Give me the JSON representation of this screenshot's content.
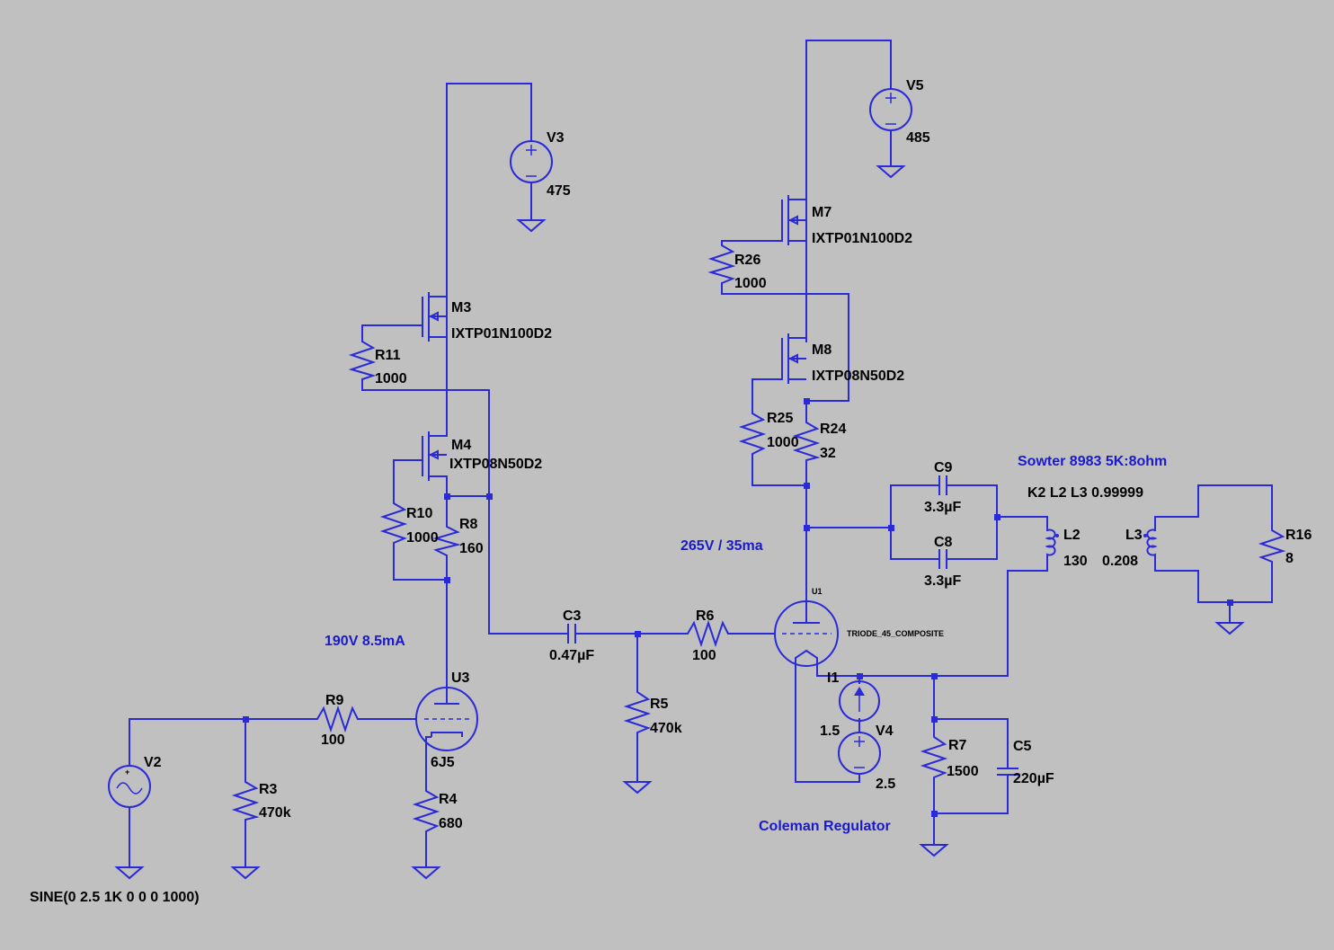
{
  "components": {
    "V2": {
      "name": "V2",
      "value": "SINE(0 2.5 1K 0 0 0 1000)"
    },
    "V3": {
      "name": "V3",
      "value": "475"
    },
    "V4": {
      "name": "V4",
      "value": "2.5"
    },
    "V5": {
      "name": "V5",
      "value": "485"
    },
    "I1": {
      "name": "I1",
      "value": "1.5"
    },
    "R3": {
      "name": "R3",
      "value": "470k"
    },
    "R4": {
      "name": "R4",
      "value": "680"
    },
    "R5": {
      "name": "R5",
      "value": "470k"
    },
    "R6": {
      "name": "R6",
      "value": "100"
    },
    "R7": {
      "name": "R7",
      "value": "1500"
    },
    "R8": {
      "name": "R8",
      "value": "160"
    },
    "R9": {
      "name": "R9",
      "value": "100"
    },
    "R10": {
      "name": "R10",
      "value": "1000"
    },
    "R11": {
      "name": "R11",
      "value": "1000"
    },
    "R16": {
      "name": "R16",
      "value": "8"
    },
    "R24": {
      "name": "R24",
      "value": "32"
    },
    "R25": {
      "name": "R25",
      "value": "1000"
    },
    "R26": {
      "name": "R26",
      "value": "1000"
    },
    "C3": {
      "name": "C3",
      "value": "0.47µF"
    },
    "C5": {
      "name": "C5",
      "value": "220µF"
    },
    "C8": {
      "name": "C8",
      "value": "3.3µF"
    },
    "C9": {
      "name": "C9",
      "value": "3.3µF"
    },
    "L2": {
      "name": "L2",
      "value": "130"
    },
    "L3": {
      "name": "L3",
      "value": "0.208"
    },
    "M3": {
      "name": "M3",
      "value": "IXTP01N100D2"
    },
    "M4": {
      "name": "M4",
      "value": "IXTP08N50D2"
    },
    "M7": {
      "name": "M7",
      "value": "IXTP01N100D2"
    },
    "M8": {
      "name": "M8",
      "value": "IXTP08N50D2"
    },
    "U3": {
      "name": "U3",
      "value": "6J5"
    },
    "U1": {
      "name": "U1",
      "value": "TRIODE_45_COMPOSITE"
    }
  },
  "notes": {
    "driver_bias": "190V  8.5mA",
    "output_bias": "265V / 35ma",
    "transformer": "Sowter 8983 5K:8ohm",
    "coupling": "K2 L2 L3 0.99999",
    "regulator": "Coleman Regulator"
  },
  "colors": {
    "background": "#c0c0c0",
    "wire": "#2a2ad8",
    "text": "#000000",
    "note": "#1a1acc"
  }
}
